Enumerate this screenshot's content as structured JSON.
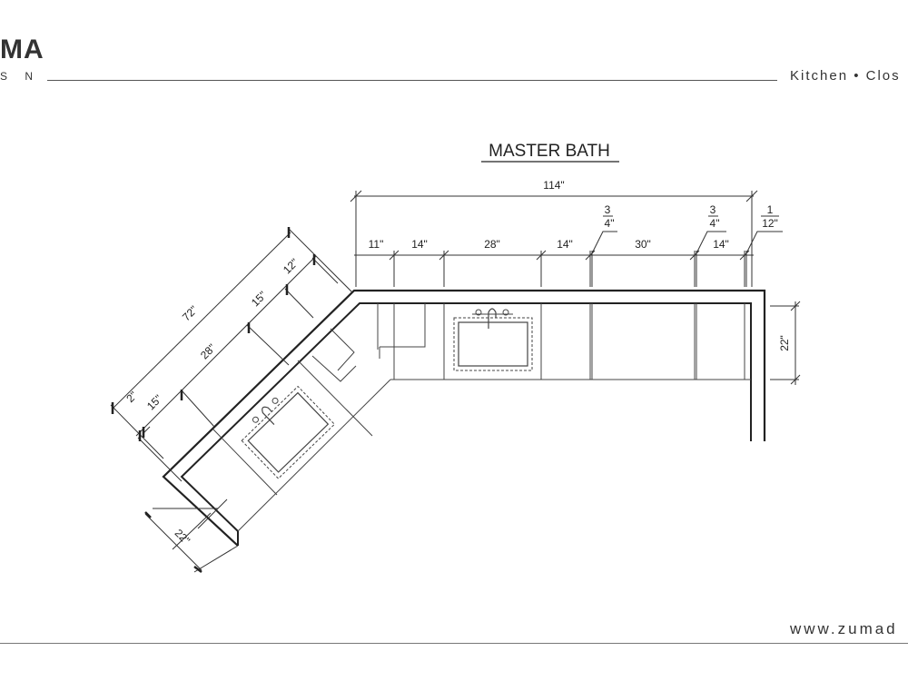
{
  "header": {
    "logo_mark": "MA",
    "logo_sub": "S N",
    "nav_text": "Kitchen • Clos"
  },
  "drawing": {
    "title": "MASTER BATH",
    "dimensions": {
      "overall_width": "114\"",
      "seg_11": "11\"",
      "seg_14_a": "14\"",
      "seg_28_top": "28\"",
      "seg_14_b": "14\"",
      "seg_30": "30\"",
      "seg_14_c": "14\"",
      "frac_3_a": "3",
      "frac_4_a": "4\"",
      "frac_3_b": "3",
      "frac_4_b": "4\"",
      "frac_1": "1",
      "frac_12": "12\"",
      "depth_right": "22\"",
      "diag_72": "72\"",
      "diag_12": "12\"",
      "diag_15_top": "15\"",
      "diag_28": "28\"",
      "diag_15_bottom": "15\"",
      "diag_2": "2\"",
      "depth_diag": "22\""
    }
  },
  "footer": {
    "url": "www.zumad"
  }
}
